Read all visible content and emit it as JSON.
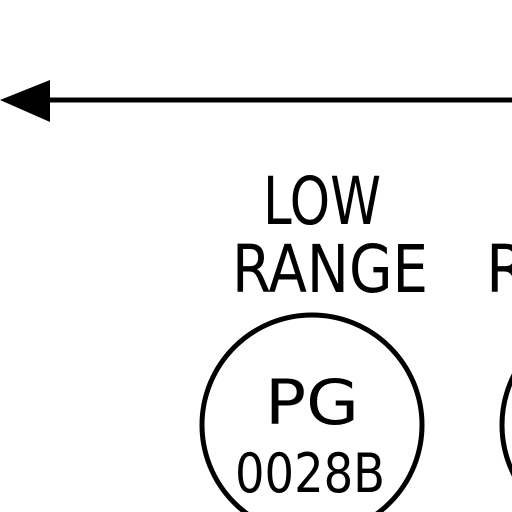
{
  "diagram": {
    "background": "#ffffff",
    "stroke_color": "#000000",
    "flow_arrow": {
      "direction": "left"
    },
    "range_labels": [
      {
        "line1": "LOW",
        "line2": "RANGE"
      },
      {
        "line1": "",
        "line2": "R"
      }
    ],
    "instruments": [
      {
        "tag": "PG",
        "number": "0028B"
      }
    ]
  }
}
